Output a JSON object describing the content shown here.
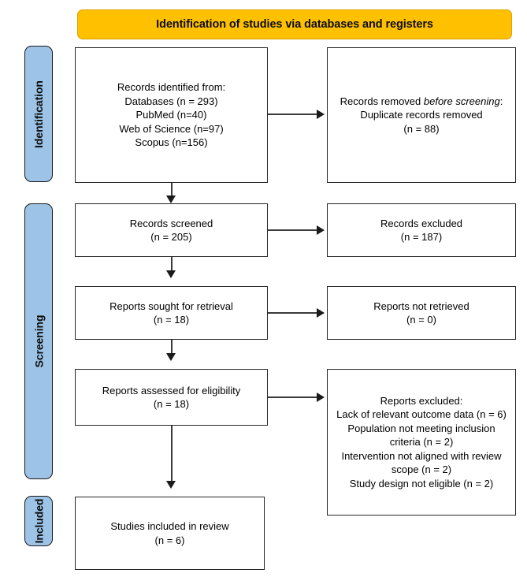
{
  "diagram": {
    "type": "prisma-flow-diagram",
    "banner": {
      "title": "Identification of studies via databases and registers",
      "color": "#FFC000"
    },
    "stages": [
      {
        "id": "identification",
        "label": "Identification",
        "color": "#9DC3E6"
      },
      {
        "id": "screening",
        "label": "Screening",
        "color": "#9DC3E6"
      },
      {
        "id": "included",
        "label": "Included",
        "color": "#9DC3E6"
      }
    ],
    "boxes": {
      "records_identified": {
        "name": "Records identified from",
        "text": "Records identified from:\nDatabases (n = 293)\nPubMed (n=40)\nWeb of Science (n=97)\nScopus (n=156)"
      },
      "records_removed": {
        "name": "Records removed before screening",
        "line1_prefix": "Records removed ",
        "line1_italic": "before screening",
        "line1_suffix": ":",
        "rest": "Duplicate records removed\n(n = 88)"
      },
      "records_screened": {
        "name": "Records screened",
        "text": "Records screened\n(n = 205)"
      },
      "records_excluded": {
        "name": "Records excluded",
        "text": "Records excluded\n(n = 187)"
      },
      "reports_sought": {
        "name": "Reports sought for retrieval",
        "text": "Reports sought for retrieval\n(n = 18)"
      },
      "reports_not_retrieved": {
        "name": "Reports not retrieved",
        "text": "Reports not retrieved\n(n = 0)"
      },
      "reports_assessed": {
        "name": "Reports assessed for eligibility",
        "text": "Reports assessed for eligibility\n(n = 18)"
      },
      "reports_excluded": {
        "name": "Reports excluded with reasons",
        "text": "Reports excluded:\nLack of relevant outcome data (n = 6)\nPopulation not meeting inclusion criteria (n = 2)\nIntervention not aligned with review scope (n = 2)\nStudy design not eligible (n = 2)"
      },
      "studies_included": {
        "name": "Studies included in review",
        "text": "Studies included in review\n(n = 6)"
      }
    },
    "counts": {
      "databases_total": 293,
      "pubmed": 40,
      "web_of_science": 97,
      "scopus": 156,
      "duplicates_removed": 88,
      "records_screened": 205,
      "records_excluded": 187,
      "reports_sought": 18,
      "reports_not_retrieved": 0,
      "reports_assessed": 18,
      "excluded_lack_outcome_data": 6,
      "excluded_population": 2,
      "excluded_intervention": 2,
      "excluded_study_design": 2,
      "studies_included": 6
    }
  }
}
